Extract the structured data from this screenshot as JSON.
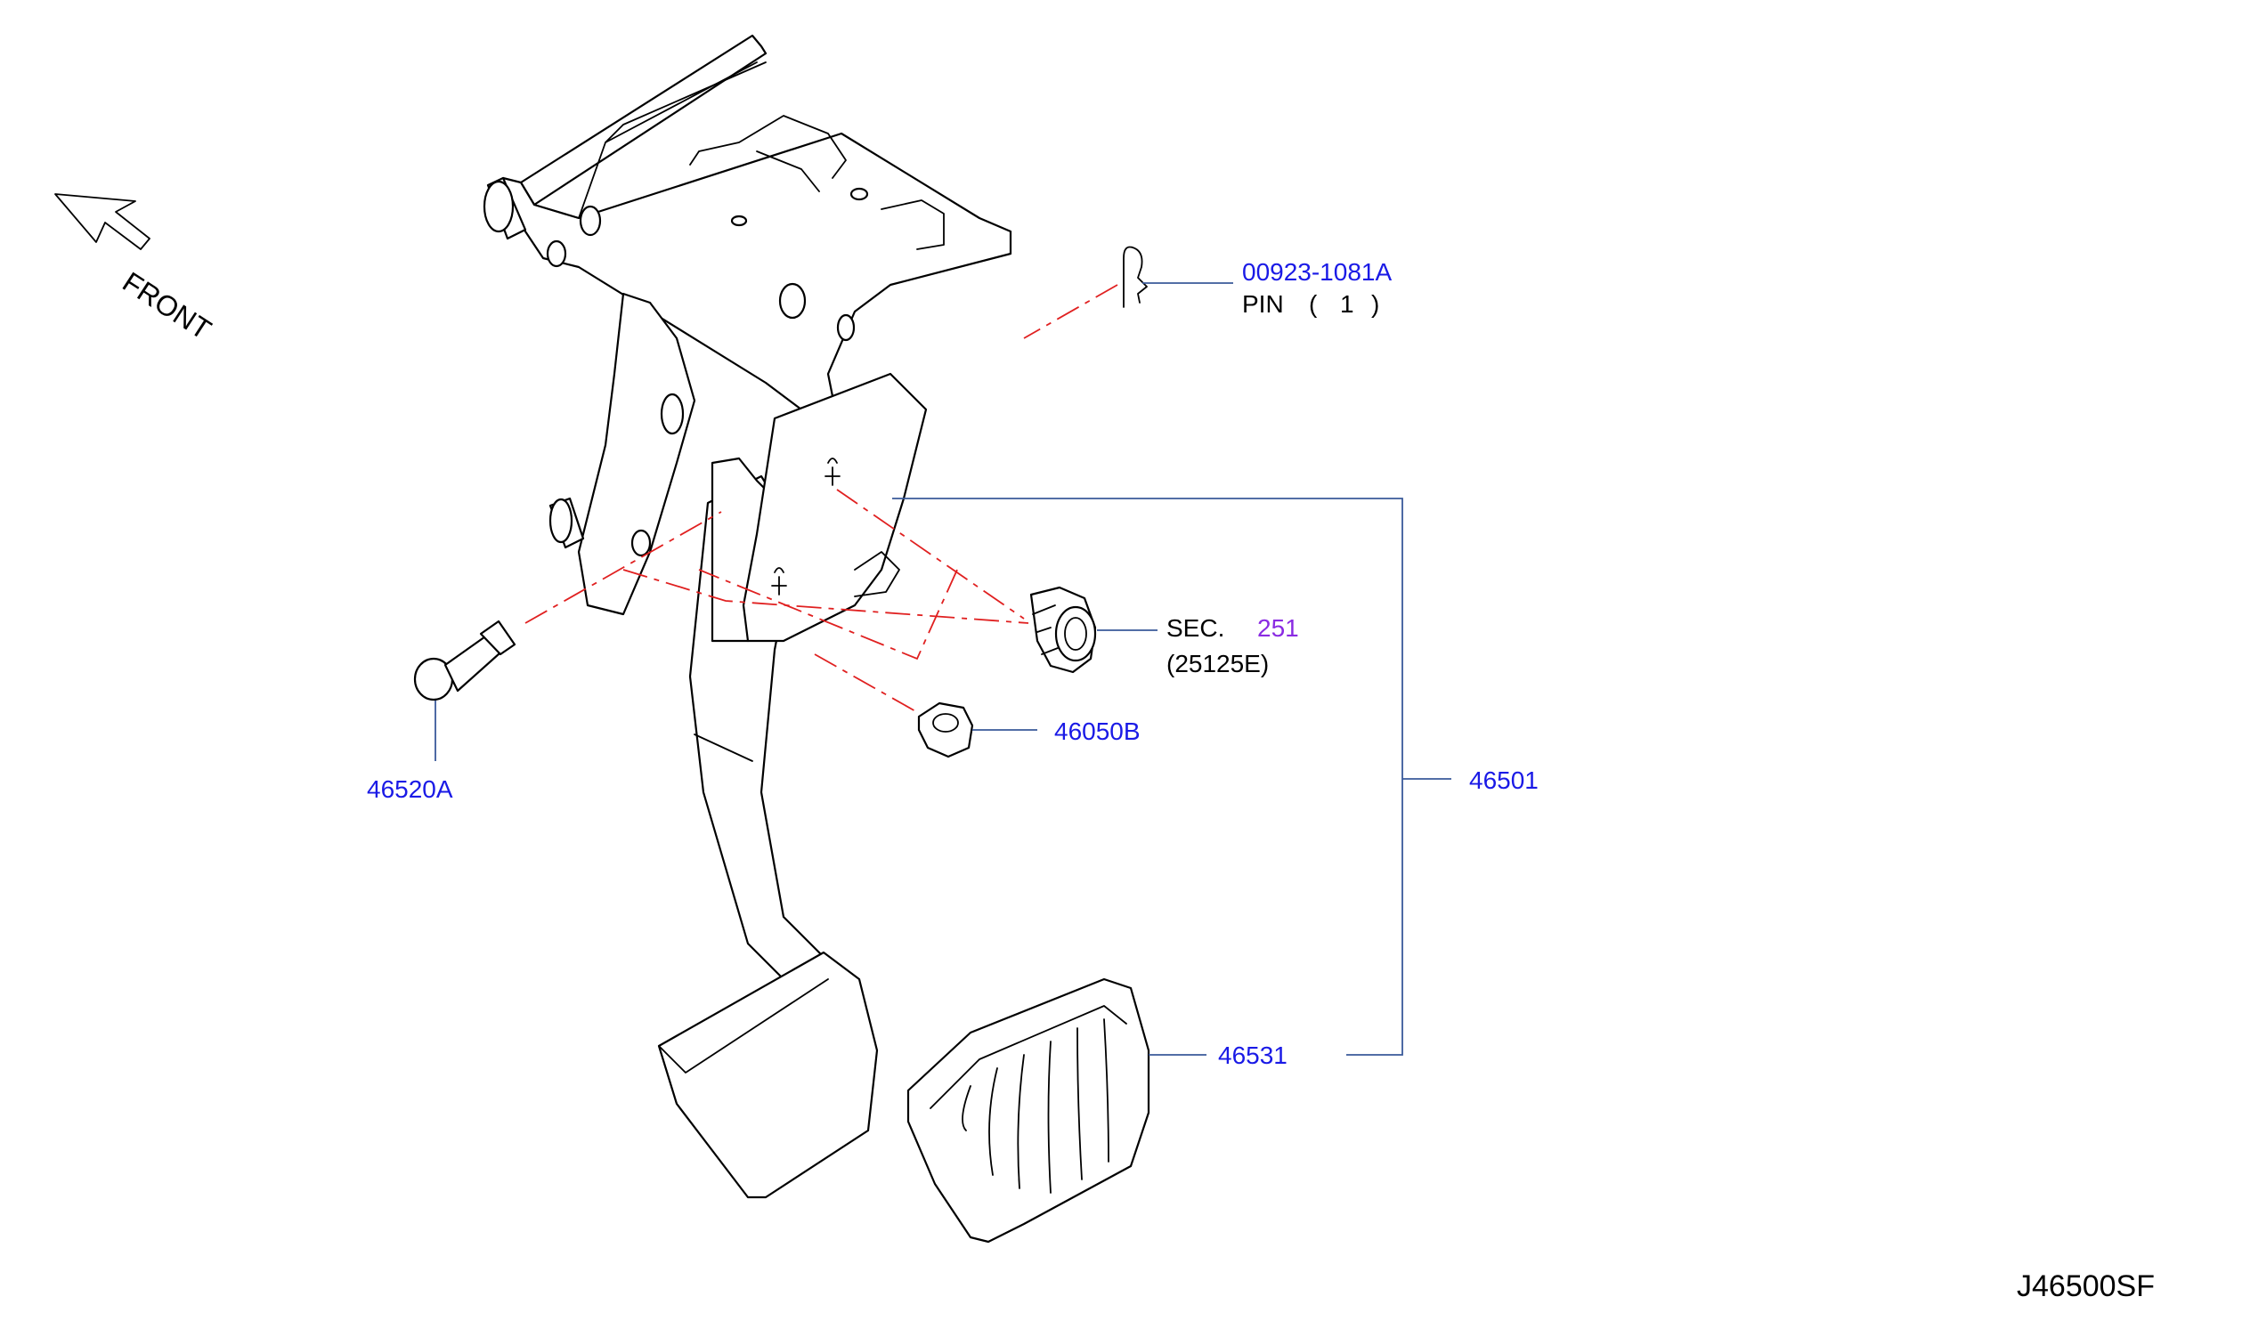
{
  "diagram": {
    "front_label": "FRONT",
    "drawing_code": "J46500SF",
    "callouts": [
      {
        "id": "pin",
        "part_no": "00923-1081A",
        "desc": "PIN",
        "qty_open": "(",
        "qty": "1",
        "qty_close": ")"
      },
      {
        "id": "sec",
        "sec_label": "SEC.",
        "sec_no": "251",
        "sub": "(25125E)"
      },
      {
        "id": "nut",
        "part_no": "46050B"
      },
      {
        "id": "clevis",
        "part_no": "46520A"
      },
      {
        "id": "assembly",
        "part_no": "46501"
      },
      {
        "id": "pad",
        "part_no": "46531"
      }
    ]
  }
}
